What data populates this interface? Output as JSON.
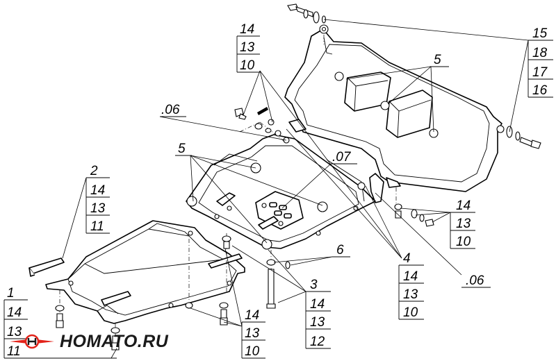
{
  "logo": {
    "text": "HOMATO.RU",
    "accent": "#e2231a"
  },
  "callouts": [
    {
      "id": "c1",
      "labels": [
        "1",
        "14",
        "13",
        "11"
      ]
    },
    {
      "id": "c2",
      "labels": [
        "2",
        "14",
        "13",
        "11"
      ]
    },
    {
      "id": "c3",
      "labels": [
        "3",
        "14",
        "13",
        "12"
      ]
    },
    {
      "id": "c4",
      "labels": [
        "4",
        "14",
        "13",
        "10"
      ]
    },
    {
      "id": "c5a",
      "labels": [
        "5"
      ]
    },
    {
      "id": "c5b",
      "labels": [
        "5"
      ]
    },
    {
      "id": "c6",
      "labels": [
        "6"
      ]
    },
    {
      "id": "c06a",
      "labels": [
        ".06"
      ]
    },
    {
      "id": "c06b",
      "labels": [
        ".06"
      ]
    },
    {
      "id": "c07",
      "labels": [
        ".07"
      ]
    },
    {
      "id": "c10",
      "labels": [
        "14",
        "13",
        "10"
      ]
    },
    {
      "id": "c14a",
      "labels": [
        "14",
        "13",
        "10"
      ]
    },
    {
      "id": "c14b",
      "labels": [
        "14",
        "13",
        "10"
      ]
    },
    {
      "id": "c15",
      "labels": [
        "15",
        "18",
        "17",
        "16"
      ]
    }
  ]
}
